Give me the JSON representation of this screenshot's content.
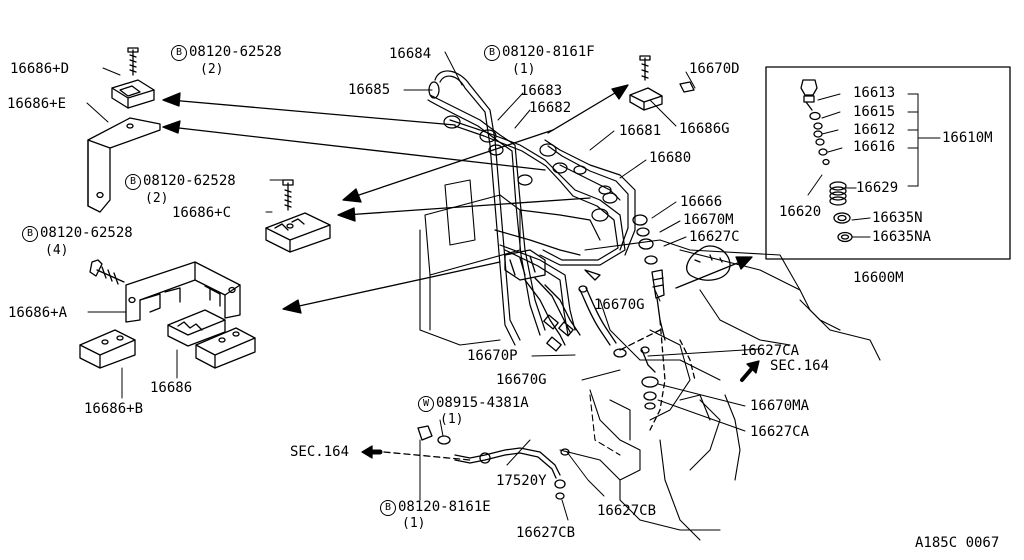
{
  "parts": {
    "p16686D": "16686+D",
    "p16686E": "16686+E",
    "p16686C": "16686+C",
    "p16686A": "16686+A",
    "p16686B": "16686+B",
    "p16686": "16686",
    "p16684": "16684",
    "p16685": "16685",
    "p16683": "16683",
    "p16682": "16682",
    "p16681": "16681",
    "p16680": "16680",
    "p16670D": "16670D",
    "p16686G": "16686G",
    "p16666": "16666",
    "p16670M": "16670M",
    "p16627C": "16627C",
    "p16670G_1": "16670G",
    "p16670G_2": "16670G",
    "p16670P": "16670P",
    "p16627CA_1": "16627CA",
    "p16627CA_2": "16627CA",
    "p16670MA": "16670MA",
    "p17520Y": "17520Y",
    "p16627CB_1": "16627CB",
    "p16627CB_2": "16627CB",
    "p16613": "16613",
    "p16615": "16615",
    "p16612": "16612",
    "p16616": "16616",
    "p16629": "16629",
    "p16620": "16620",
    "p16635N": "16635N",
    "p16635NA": "16635NA",
    "p16610M": "16610M",
    "p16600M": "16600M"
  },
  "fasteners": {
    "b1": {
      "badge": "B",
      "code": "08120-62528",
      "qty": "(2)"
    },
    "b2": {
      "badge": "B",
      "code": "08120-8161F",
      "qty": "(1)"
    },
    "b3": {
      "badge": "B",
      "code": "08120-62528",
      "qty": "(2)"
    },
    "b4": {
      "badge": "B",
      "code": "08120-62528",
      "qty": "(4)"
    },
    "w1": {
      "badge": "W",
      "code": "08915-4381A",
      "qty": "(1)"
    },
    "b5": {
      "badge": "B",
      "code": "08120-8161E",
      "qty": "(1)"
    }
  },
  "refs": {
    "sec1": "SEC.164",
    "sec2": "SEC.164"
  },
  "diagram_code": "A185C 0067"
}
